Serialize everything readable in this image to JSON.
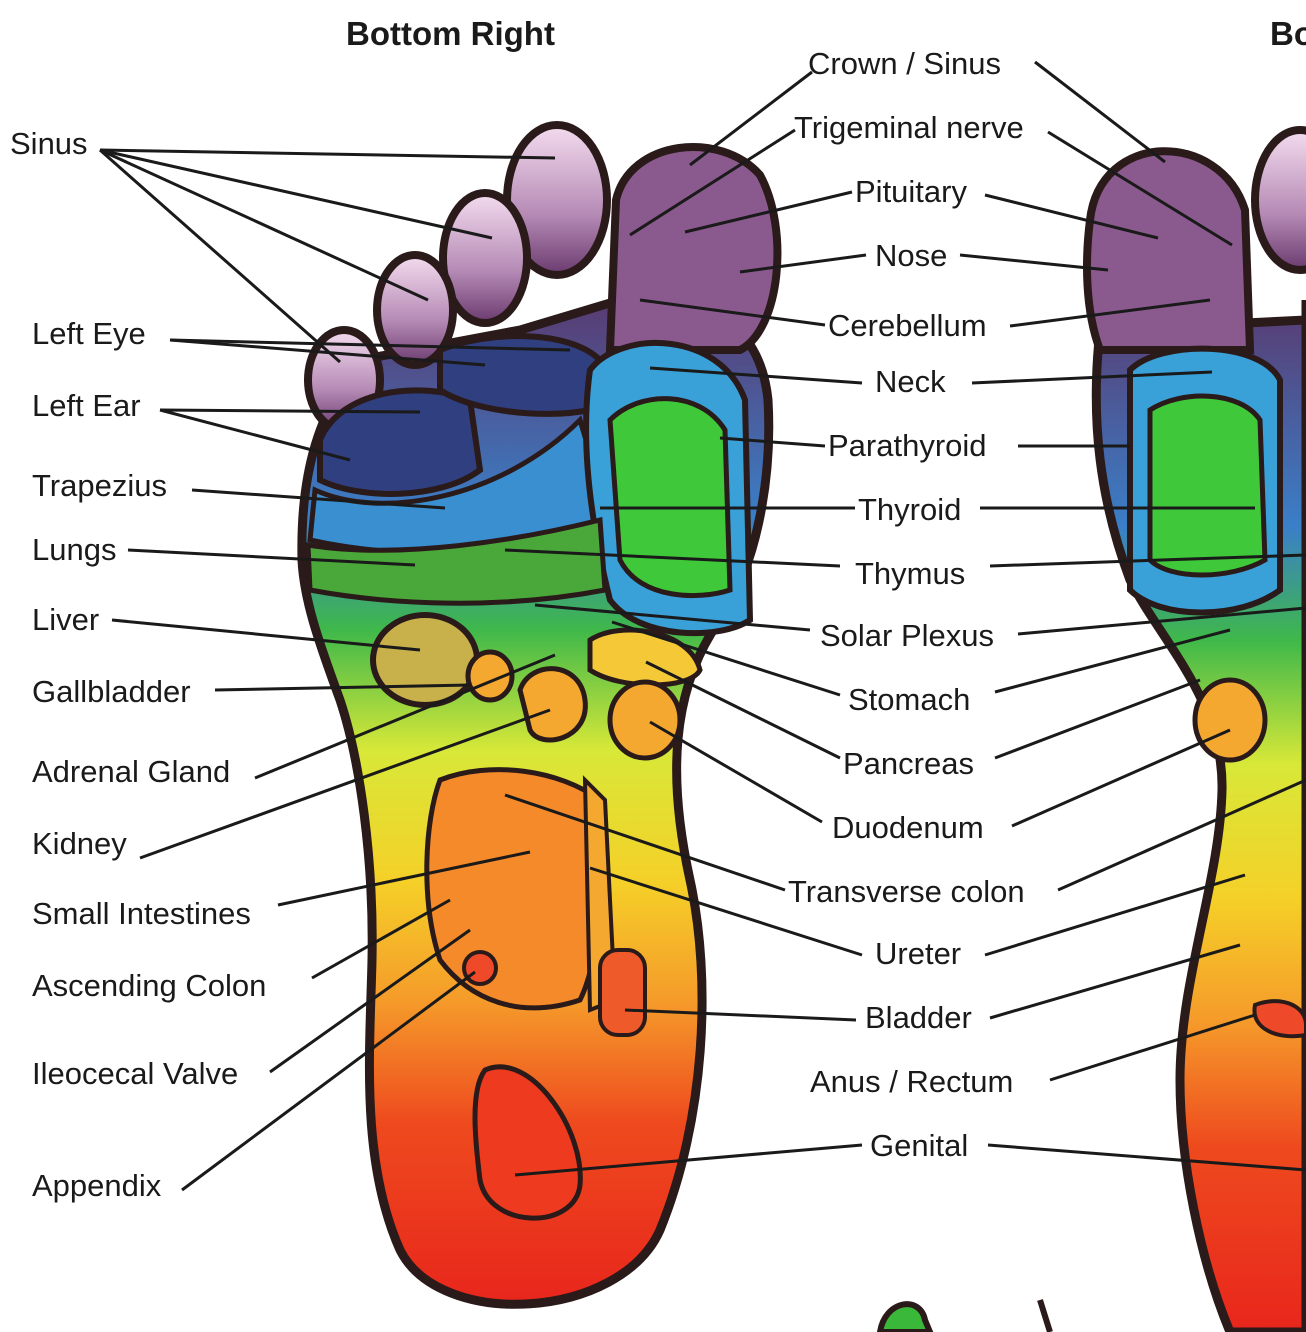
{
  "title_left": "Bottom Right",
  "title_right_partial": "Bo",
  "labels_left": {
    "sinus": "Sinus",
    "left_eye": "Left Eye",
    "left_ear": "Left Ear",
    "trapezius": "Trapezius",
    "lungs": "Lungs",
    "liver": "Liver",
    "gallbladder": "Gallbladder",
    "adrenal_gland": "Adrenal Gland",
    "kidney": "Kidney",
    "small_intestines": "Small Intestines",
    "ascending_colon": "Ascending Colon",
    "ileocecal_valve": "Ileocecal Valve",
    "appendix": "Appendix"
  },
  "labels_center": {
    "crown_sinus": "Crown / Sinus",
    "trigeminal_nerve": "Trigeminal nerve",
    "pituitary": "Pituitary",
    "nose": "Nose",
    "cerebellum": "Cerebellum",
    "neck": "Neck",
    "parathyroid": "Parathyroid",
    "thyroid": "Thyroid",
    "thymus": "Thymus",
    "solar_plexus": "Solar Plexus",
    "stomach": "Stomach",
    "pancreas": "Pancreas",
    "duodenum": "Duodenum",
    "transverse_colon": "Transverse colon",
    "ureter": "Ureter",
    "bladder": "Bladder",
    "anus_rectum": "Anus / Rectum",
    "genital": "Genital"
  },
  "colors": {
    "outline": "#2a1a1a",
    "toes": "#7a4a7a",
    "head_blue": "#2f4f8f",
    "neck_blue": "#3aa0d8",
    "lung_green": "#4cc23a",
    "upper_yellow": "#f0e020",
    "mid_orange": "#f59a2a",
    "heel_red": "#e8261c",
    "organ_orange": "#f5a830"
  }
}
